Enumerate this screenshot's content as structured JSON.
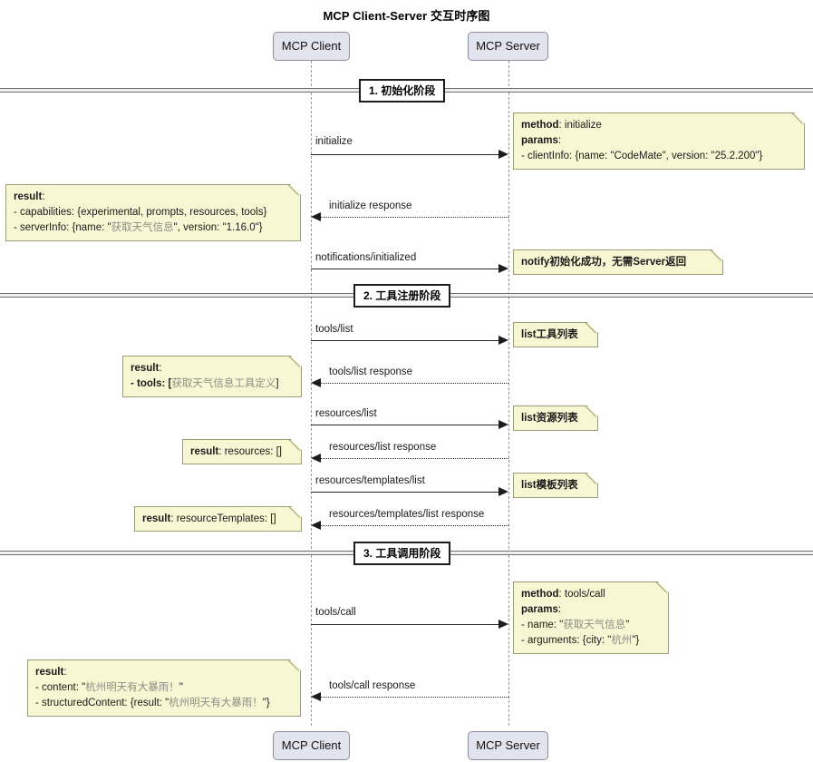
{
  "diagram": {
    "title": "MCP Client-Server 交互时序图",
    "type": "sequence-diagram"
  },
  "participants": [
    {
      "id": "client",
      "label": "MCP Client"
    },
    {
      "id": "server",
      "label": "MCP Server"
    }
  ],
  "participants_bottom": [
    {
      "id": "client",
      "label": "MCP Client"
    },
    {
      "id": "server",
      "label": "MCP Server"
    }
  ],
  "phases": [
    {
      "index": "1",
      "label": "1. 初始化阶段"
    },
    {
      "index": "2",
      "label": "2. 工具注册阶段"
    },
    {
      "index": "3",
      "label": "3. 工具调用阶段"
    }
  ],
  "messages": [
    {
      "id": "m1",
      "label": "initialize",
      "from": "client",
      "to": "server",
      "style": "solid"
    },
    {
      "id": "m2",
      "label": "initialize response",
      "from": "server",
      "to": "client",
      "style": "dotted"
    },
    {
      "id": "m3",
      "label": "notifications/initialized",
      "from": "client",
      "to": "server",
      "style": "solid"
    },
    {
      "id": "m4",
      "label": "tools/list",
      "from": "client",
      "to": "server",
      "style": "solid"
    },
    {
      "id": "m5",
      "label": "tools/list response",
      "from": "server",
      "to": "client",
      "style": "dotted"
    },
    {
      "id": "m6",
      "label": "resources/list",
      "from": "client",
      "to": "server",
      "style": "solid"
    },
    {
      "id": "m7",
      "label": "resources/list response",
      "from": "server",
      "to": "client",
      "style": "dotted"
    },
    {
      "id": "m8",
      "label": "resources/templates/list",
      "from": "client",
      "to": "server",
      "style": "solid"
    },
    {
      "id": "m9",
      "label": "resources/templates/list response",
      "from": "server",
      "to": "client",
      "style": "dotted"
    },
    {
      "id": "m10",
      "label": "tools/call",
      "from": "client",
      "to": "server",
      "style": "solid"
    },
    {
      "id": "m11",
      "label": "tools/call response",
      "from": "server",
      "to": "client",
      "style": "dotted"
    }
  ],
  "notes": {
    "n1": {
      "side": "right",
      "l1_key": "method",
      "l1_val": ": initialize",
      "l2_key": "params",
      "l2_val": ":",
      "l3": "- clientInfo: {name: \"CodeMate\", version: \"25.2.200\"}"
    },
    "n2": {
      "side": "left",
      "l1_key": "result",
      "l1_val": ":",
      "l2": "- capabilities: {experimental, prompts, resources, tools}",
      "l3_pre": "- serverInfo: {name: \"",
      "l3_cn": "获取天气信息",
      "l3_post": "\", version: \"1.16.0\"}"
    },
    "n3": {
      "side": "right",
      "text_key": "notify",
      "text_cn": "初始化成功，无需",
      "text_en2": "Server",
      "text_cn2": "返回"
    },
    "n4": {
      "side": "right",
      "key": "list",
      "cn": "工具列表"
    },
    "n5": {
      "side": "left",
      "l1_key": "result",
      "l1_val": ":",
      "l2_pre": "- tools: [",
      "l2_cn": "获取天气信息工具定义",
      "l2_post": "]"
    },
    "n6": {
      "side": "right",
      "key": "list",
      "cn": "资源列表"
    },
    "n7": {
      "side": "left",
      "key": "result",
      "val": ": resources: []"
    },
    "n8": {
      "side": "right",
      "key": "list",
      "cn": "模板列表"
    },
    "n9": {
      "side": "left",
      "key": "result",
      "val": ": resourceTemplates: []"
    },
    "n10": {
      "side": "right",
      "l1_key": "method",
      "l1_val": ": tools/call",
      "l2_key": "params",
      "l2_val": ":",
      "l3_pre": "- name: \"",
      "l3_cn": "获取天气信息",
      "l3_post": "\"",
      "l4_pre": "- arguments: {city: \"",
      "l4_cn": "杭州",
      "l4_post": "\"}"
    },
    "n11": {
      "side": "left",
      "l1_key": "result",
      "l1_val": ":",
      "l2_pre": "- content: \"",
      "l2_cn": "杭州明天有大暴雨！",
      "l2_post": "\"",
      "l3_pre": "- structuredContent: {result: \"",
      "l3_cn": "杭州明天有大暴雨！",
      "l3_post": "\"}"
    }
  },
  "colors": {
    "note_bg": "#f7f7d4",
    "note_border": "#9c9c76",
    "participant_bg": "#e3e3ee",
    "participant_border": "#8c8ca0",
    "lifeline": "#9a9a9a",
    "phase_label_border": "#1c1c1c"
  }
}
